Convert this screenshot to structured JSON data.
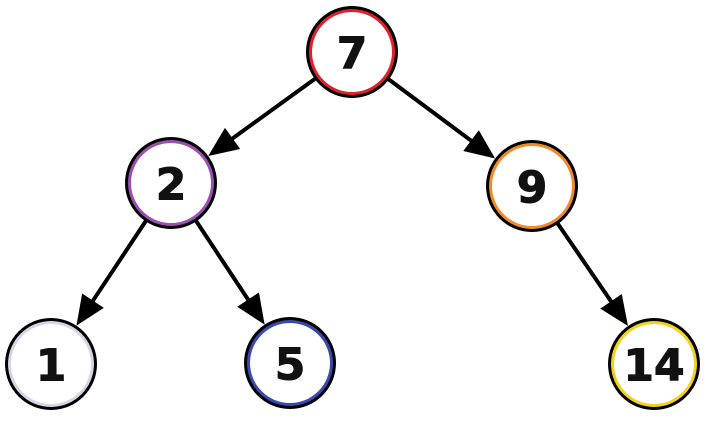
{
  "nodes": [
    {
      "id": "n7",
      "label": "7",
      "color": "#e0202a"
    },
    {
      "id": "n2",
      "label": "2",
      "color": "#9b4fb0"
    },
    {
      "id": "n9",
      "label": "9",
      "color": "#f08a2a"
    },
    {
      "id": "n1",
      "label": "1",
      "color": "#d8d4e8"
    },
    {
      "id": "n5",
      "label": "5",
      "color": "#3a48b0"
    },
    {
      "id": "n14",
      "label": "14",
      "color": "#f2d21a"
    }
  ],
  "edges": [
    {
      "from": "n7",
      "to": "n2"
    },
    {
      "from": "n7",
      "to": "n9"
    },
    {
      "from": "n2",
      "to": "n1"
    },
    {
      "from": "n2",
      "to": "n5"
    },
    {
      "from": "n9",
      "to": "n14"
    }
  ]
}
